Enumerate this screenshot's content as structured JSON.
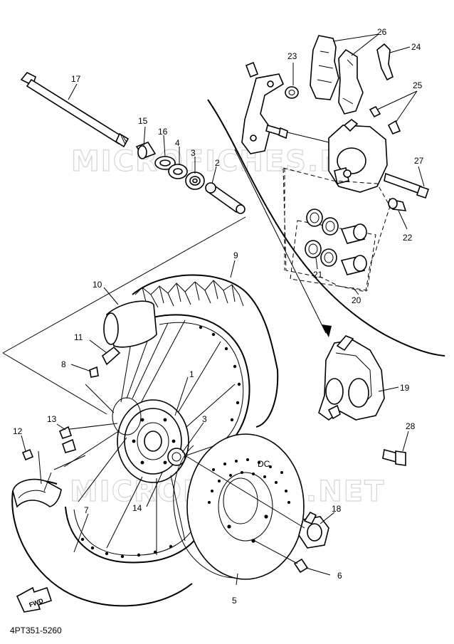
{
  "watermarks": [
    "MICROFICHES.NET",
    "MICROFICHES.NET"
  ],
  "diagram_code": "4PT351-5260",
  "fwd_label": "FWD",
  "callouts": [
    "1",
    "2",
    "3",
    "3",
    "4",
    "5",
    "6",
    "7",
    "8",
    "9",
    "10",
    "11",
    "12",
    "13",
    "14",
    "15",
    "16",
    "17",
    "18",
    "19",
    "20",
    "21",
    "22",
    "23",
    "24",
    "25",
    "26",
    "27",
    "28"
  ]
}
